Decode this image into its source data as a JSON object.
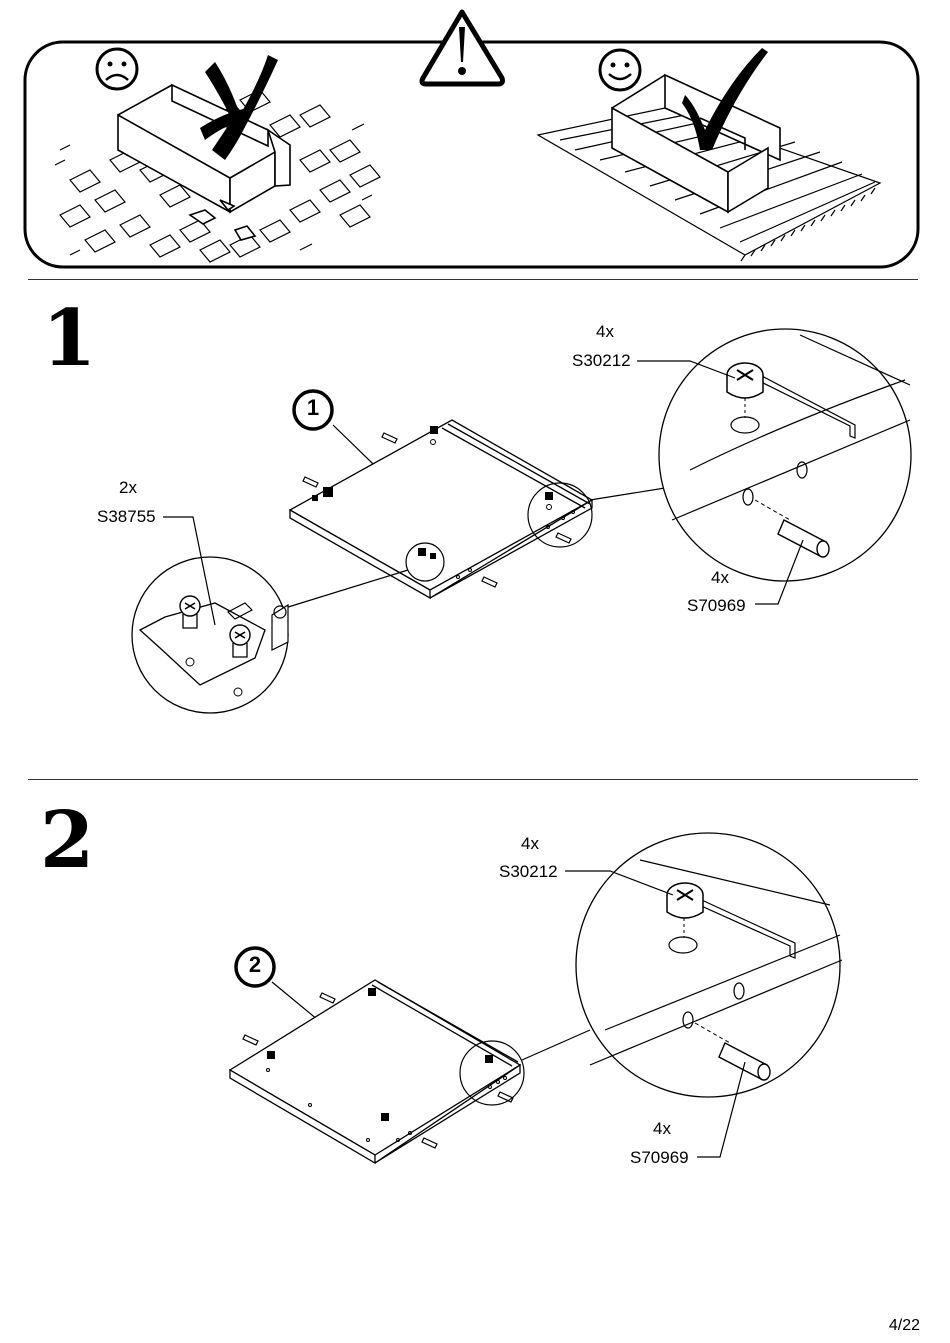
{
  "page": {
    "number": "4/22"
  },
  "warning": {
    "bad_label": "",
    "good_label": ""
  },
  "step1": {
    "number": "1",
    "panel_callout": "1",
    "hw_top": {
      "qty": "4x",
      "code": "S30212"
    },
    "hw_left": {
      "qty": "2x",
      "code": "S38755"
    },
    "hw_right": {
      "qty": "4x",
      "code": "S70969"
    }
  },
  "step2": {
    "number": "2",
    "panel_callout": "2",
    "hw_top": {
      "qty": "4x",
      "code": "S30212"
    },
    "hw_right": {
      "qty": "4x",
      "code": "S70969"
    }
  },
  "icons": [
    "sad-face-icon",
    "warning-triangle-icon",
    "happy-face-icon",
    "cross-mark-icon",
    "check-mark-icon"
  ]
}
